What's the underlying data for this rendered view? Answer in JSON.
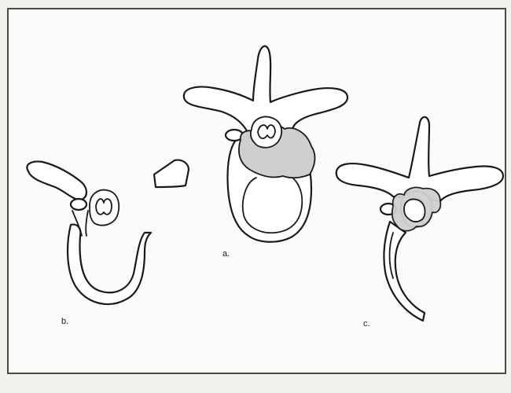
{
  "figure": {
    "labels": {
      "a": "a.",
      "b": "b.",
      "c": "c."
    },
    "colors": {
      "line": "#1a1a1a",
      "lesion_fill": "#cfcfcf",
      "frame": "#4a4a4a",
      "background": "#fbfbf9"
    }
  }
}
